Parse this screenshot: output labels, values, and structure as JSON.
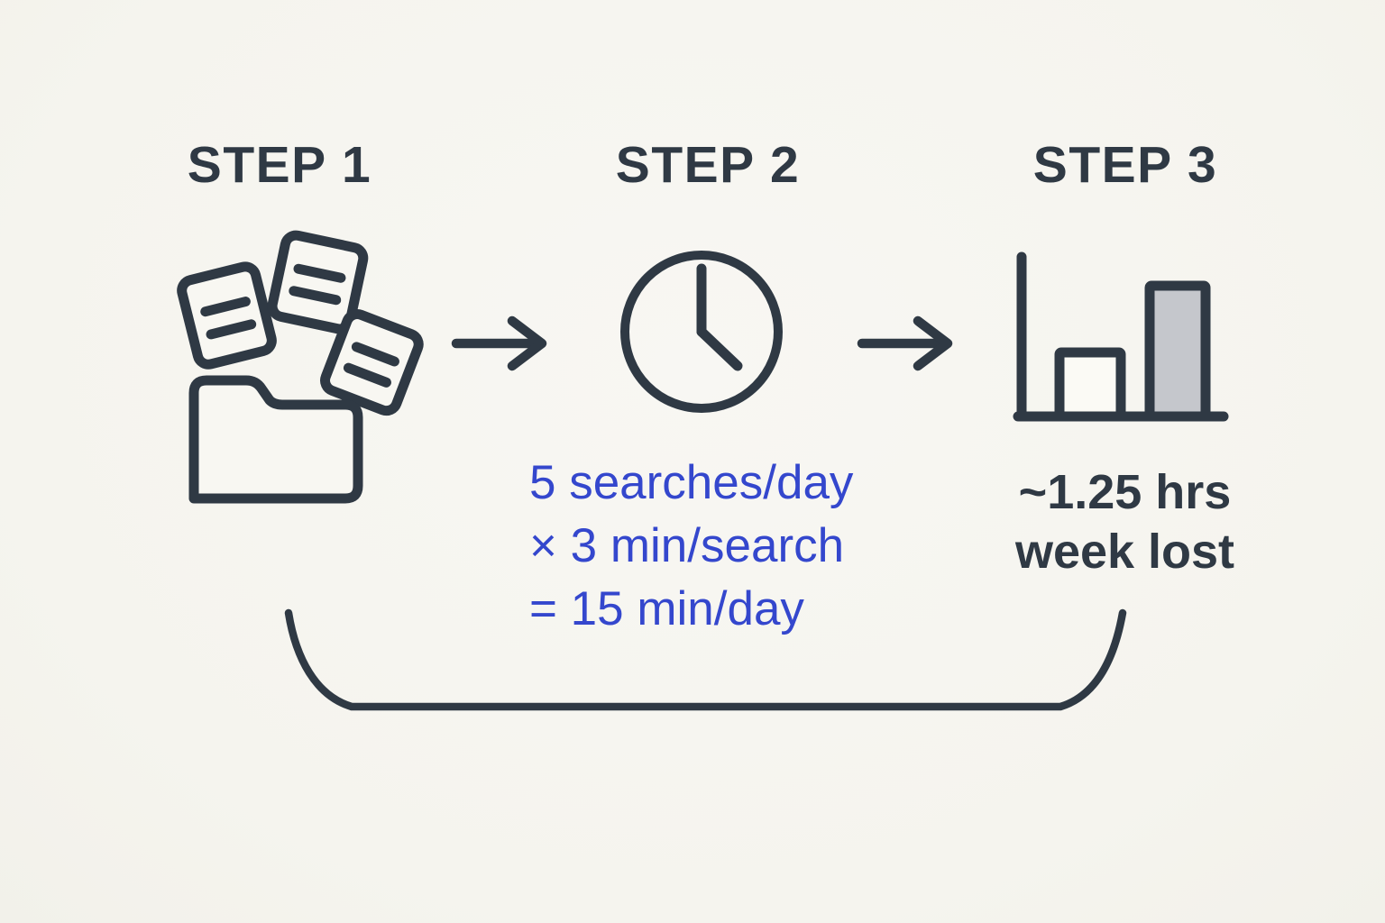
{
  "steps": [
    {
      "label": "STEP 1",
      "icon": "scattered-documents-folder-icon"
    },
    {
      "label": "STEP 2",
      "icon": "clock-icon"
    },
    {
      "label": "STEP 3",
      "icon": "bar-chart-icon"
    }
  ],
  "calculation": {
    "line1": "5 searches/day",
    "line2": "× 3 min/search",
    "line3": "= 15 min/day"
  },
  "result": {
    "line1": "~1.25 hrs",
    "line2": "week lost"
  },
  "colors": {
    "background": "#f7f6f1",
    "ink": "#2f3944",
    "accent_blue": "#3447cd",
    "bar_fill": "#c5c7cc"
  }
}
